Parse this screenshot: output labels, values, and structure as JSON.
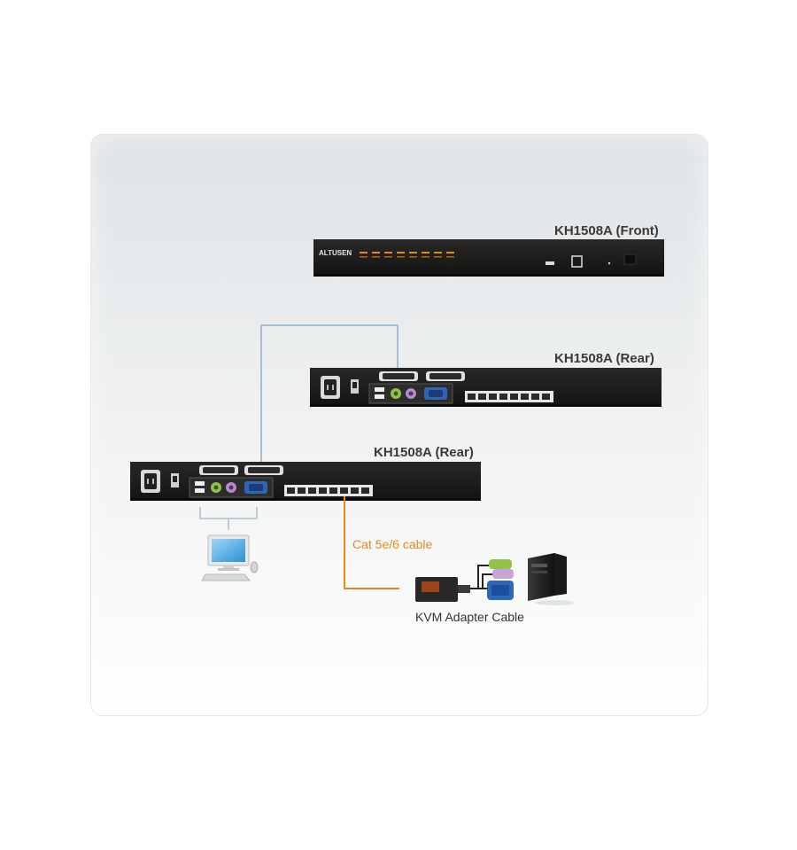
{
  "labels": {
    "front": "KH1508A (Front)",
    "rear_top": "KH1508A (Rear)",
    "rear_bottom": "KH1508A (Rear)",
    "brand": "ALTUSEN",
    "cat_cable": "Cat 5e/6 cable",
    "kvm_adapter": "KVM Adapter Cable"
  },
  "colors": {
    "device_body": "#1c1a19",
    "port_amber": "#e8891a",
    "cable_blue": "#a9bfd0",
    "cable_orange": "#e8891a",
    "keyboard_green": "#8fc34a",
    "mouse_purple": "#b48ac8",
    "vga_blue": "#2f66b8"
  },
  "icons": [
    "monitor-icon",
    "keyboard-icon",
    "mouse-icon",
    "tower-pc-icon",
    "kvm-adapter-icon"
  ]
}
